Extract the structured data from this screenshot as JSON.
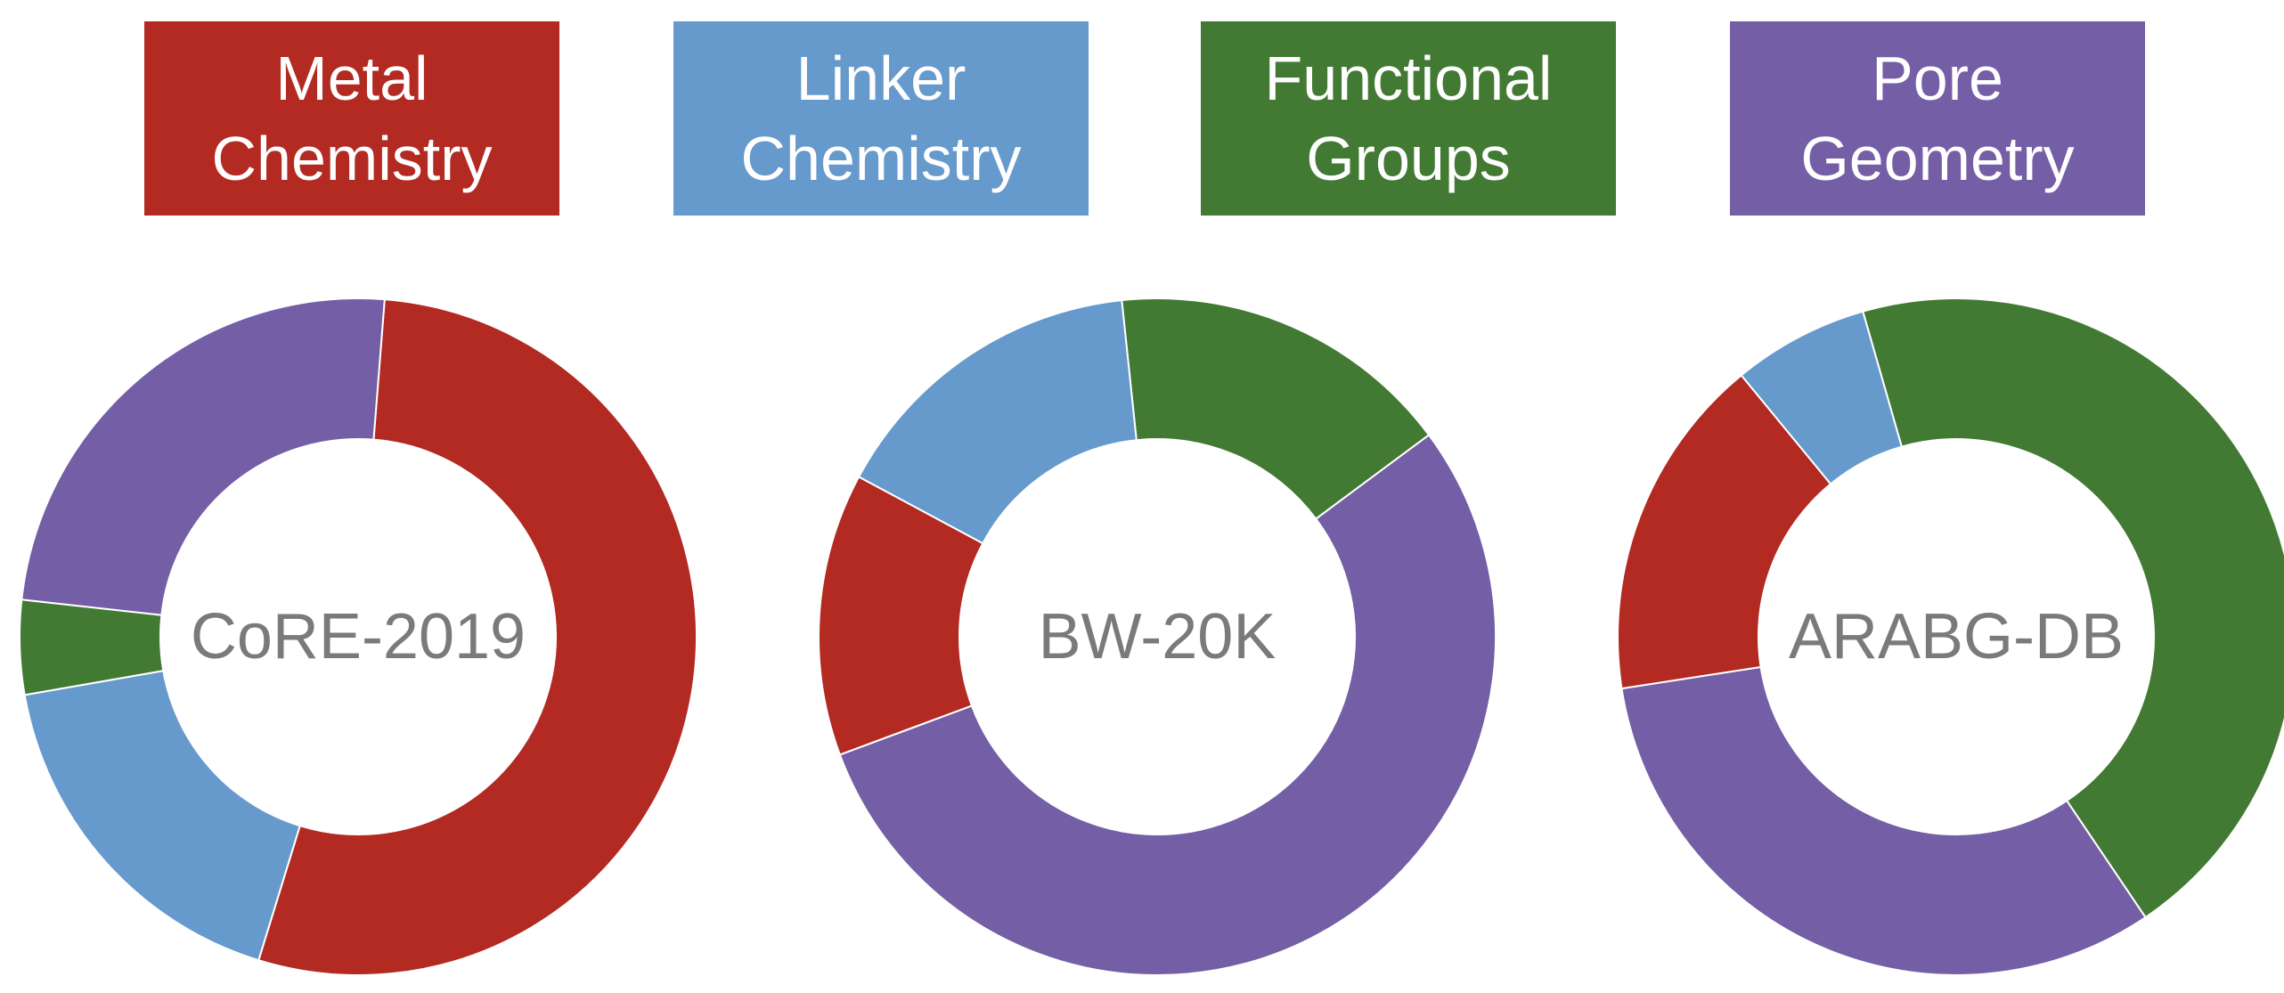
{
  "legend": [
    {
      "line1": "Metal",
      "line2": "Chemistry",
      "color": "#b22a22"
    },
    {
      "line1": "Linker",
      "line2": "Chemistry",
      "color": "#6699cc"
    },
    {
      "line1": "Functional",
      "line2": "Groups",
      "color": "#427a34"
    },
    {
      "line1": "Pore",
      "line2": "Geometry",
      "color": "#745ea6"
    }
  ],
  "chart_data": [
    {
      "type": "donut",
      "center_label": "CoRE-2019",
      "categories": [
        "Metal Chemistry",
        "Linker Chemistry",
        "Functional Groups",
        "Pore Geometry"
      ],
      "colors": [
        "#b22a22",
        "#6699cc",
        "#427a34",
        "#745ea6"
      ],
      "slices": [
        {
          "category": "Metal Chemistry",
          "value": 53.5
        },
        {
          "category": "Linker Chemistry",
          "value": 17.5
        },
        {
          "category": "Functional Groups",
          "value": 4.5
        },
        {
          "category": "Pore Geometry",
          "value": 24.5
        }
      ]
    },
    {
      "type": "donut",
      "center_label": "BW-20K",
      "categories": [
        "Metal Chemistry",
        "Linker Chemistry",
        "Functional Groups",
        "Pore Geometry"
      ],
      "colors": [
        "#b22a22",
        "#6699cc",
        "#427a34",
        "#745ea6"
      ],
      "slices": [
        {
          "category": "Functional Groups",
          "value": 16.5
        },
        {
          "category": "Pore Geometry",
          "value": 54.5
        },
        {
          "category": "Metal Chemistry",
          "value": 13.5
        },
        {
          "category": "Linker Chemistry",
          "value": 15.5
        }
      ]
    },
    {
      "type": "donut",
      "center_label": "ARABG-DB",
      "categories": [
        "Metal Chemistry",
        "Linker Chemistry",
        "Functional Groups",
        "Pore Geometry"
      ],
      "colors": [
        "#b22a22",
        "#6699cc",
        "#427a34",
        "#745ea6"
      ],
      "slices": [
        {
          "category": "Functional Groups",
          "value": 45.0
        },
        {
          "category": "Pore Geometry",
          "value": 32.0
        },
        {
          "category": "Metal Chemistry",
          "value": 16.5
        },
        {
          "category": "Linker Chemistry",
          "value": 6.5
        }
      ]
    }
  ]
}
